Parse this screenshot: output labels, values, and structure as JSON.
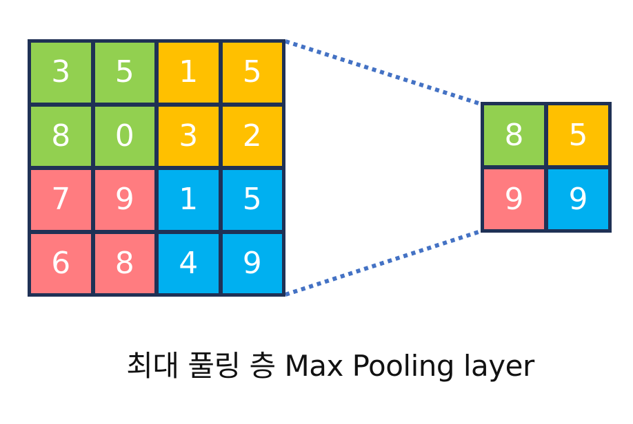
{
  "colors": {
    "green": "#92d050",
    "yellow": "#ffc000",
    "pink": "#ff7c80",
    "blue": "#00b0f0",
    "border": "#1f3155",
    "connector": "#4472c4",
    "digit": "#ffffff"
  },
  "input_grid": {
    "rows": [
      [
        {
          "value": "3",
          "color": "green"
        },
        {
          "value": "5",
          "color": "green"
        },
        {
          "value": "1",
          "color": "yellow"
        },
        {
          "value": "5",
          "color": "yellow"
        }
      ],
      [
        {
          "value": "8",
          "color": "green"
        },
        {
          "value": "0",
          "color": "green"
        },
        {
          "value": "3",
          "color": "yellow"
        },
        {
          "value": "2",
          "color": "yellow"
        }
      ],
      [
        {
          "value": "7",
          "color": "pink"
        },
        {
          "value": "9",
          "color": "pink"
        },
        {
          "value": "1",
          "color": "blue"
        },
        {
          "value": "5",
          "color": "blue"
        }
      ],
      [
        {
          "value": "6",
          "color": "pink"
        },
        {
          "value": "8",
          "color": "pink"
        },
        {
          "value": "4",
          "color": "blue"
        },
        {
          "value": "9",
          "color": "blue"
        }
      ]
    ]
  },
  "output_grid": {
    "rows": [
      [
        {
          "value": "8",
          "color": "green"
        },
        {
          "value": "5",
          "color": "yellow"
        }
      ],
      [
        {
          "value": "9",
          "color": "pink"
        },
        {
          "value": "9",
          "color": "blue"
        }
      ]
    ]
  },
  "caption": "최대 풀링 층 Max Pooling layer"
}
